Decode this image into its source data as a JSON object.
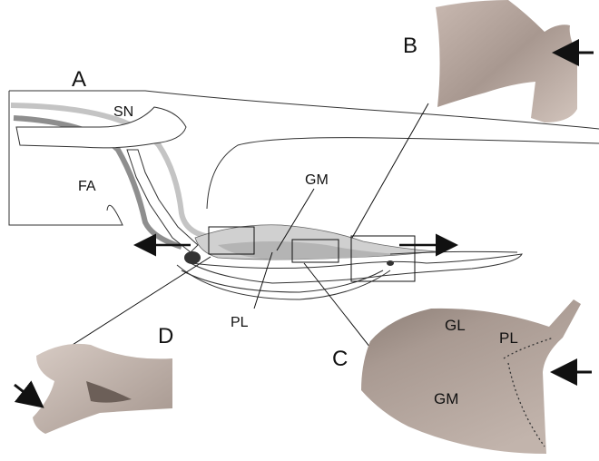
{
  "panels": {
    "a": "A",
    "b": "B",
    "c": "C",
    "d": "D"
  },
  "labels": {
    "sn": "SN",
    "fa": "FA",
    "gm": "GM",
    "pl": "PL"
  },
  "photo_c_labels": {
    "gl": "GL",
    "pl": "PL",
    "gm": "GM"
  },
  "colors": {
    "outline": "#333333",
    "grey_light": "#c4c4c4",
    "grey_dark": "#8e8e8e",
    "photo_skin": "#b9a89e",
    "photo_muscle": "#9b8a80"
  }
}
